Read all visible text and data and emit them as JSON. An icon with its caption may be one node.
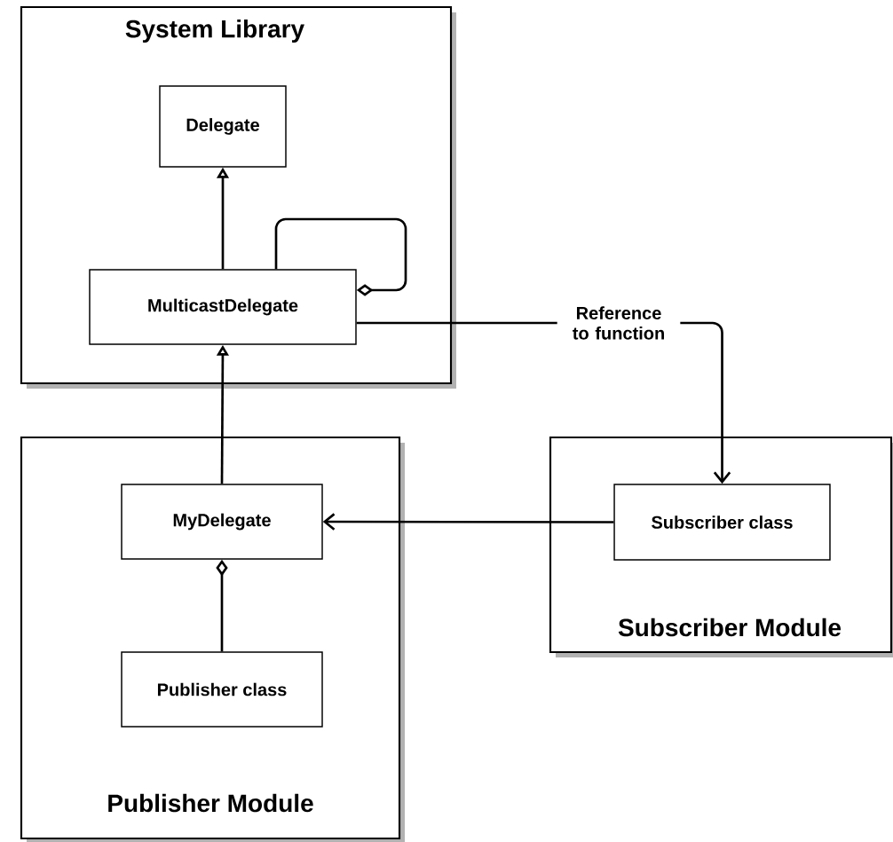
{
  "diagram": {
    "nodes": [
      {
        "text": [
          "System Library"
        ]
      },
      {
        "text": [
          "Delegate"
        ],
        "in": 0
      },
      {
        "text": [
          "MulticastDelegate"
        ],
        "in": 0
      },
      {
        "text": [
          "Publisher Module"
        ]
      },
      {
        "text": [
          "MyDelegate"
        ],
        "in": 3
      },
      {
        "text": [
          "Publisher class"
        ],
        "in": 3
      },
      {
        "text": [
          "Subscriber Module"
        ]
      },
      {
        "text": [
          "Subscriber class"
        ],
        "in": 6
      }
    ],
    "edges": [
      {
        "from": 2,
        "to": 1,
        "arrow": "to"
      },
      {
        "from": 2,
        "to": 2,
        "arrow": "other"
      },
      {
        "from": 4,
        "to": 2,
        "arrow": "to"
      },
      {
        "from": 2,
        "to": 7,
        "arrow": "to",
        "label": "Reference to function"
      },
      {
        "from": 7,
        "to": 4,
        "arrow": "to"
      },
      {
        "from": 5,
        "to": 4,
        "arrow": "other"
      }
    ]
  }
}
